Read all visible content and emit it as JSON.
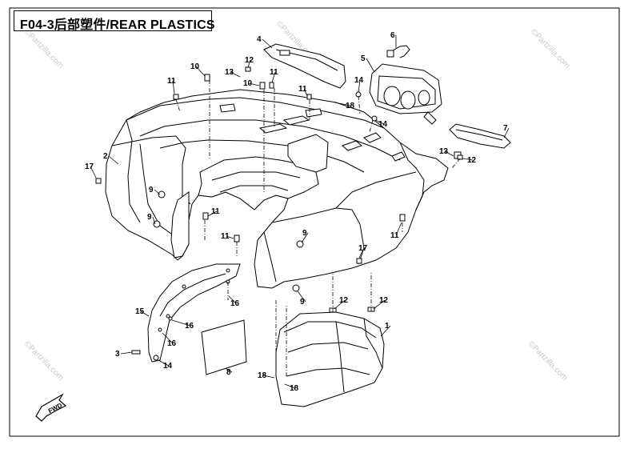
{
  "diagram": {
    "title": "F04-3后部塑件/REAR PLASTICS",
    "direction_label": "FWD",
    "watermark": "©Partzilla.com",
    "colors": {
      "line": "#000000",
      "frame": "#000000",
      "watermark": "#c9c9c9",
      "background": "#ffffff"
    },
    "callouts": [
      {
        "number": "1"
      },
      {
        "number": "2"
      },
      {
        "number": "3"
      },
      {
        "number": "4"
      },
      {
        "number": "5"
      },
      {
        "number": "6"
      },
      {
        "number": "7"
      },
      {
        "number": "8"
      },
      {
        "number": "9"
      },
      {
        "number": "9"
      },
      {
        "number": "9"
      },
      {
        "number": "9"
      },
      {
        "number": "10"
      },
      {
        "number": "10"
      },
      {
        "number": "11"
      },
      {
        "number": "11"
      },
      {
        "number": "11"
      },
      {
        "number": "11"
      },
      {
        "number": "11"
      },
      {
        "number": "11"
      },
      {
        "number": "12"
      },
      {
        "number": "12"
      },
      {
        "number": "12"
      },
      {
        "number": "12"
      },
      {
        "number": "13"
      },
      {
        "number": "13"
      },
      {
        "number": "14"
      },
      {
        "number": "14"
      },
      {
        "number": "14"
      },
      {
        "number": "15"
      },
      {
        "number": "16"
      },
      {
        "number": "16"
      },
      {
        "number": "16"
      },
      {
        "number": "17"
      },
      {
        "number": "17"
      },
      {
        "number": "18"
      },
      {
        "number": "18"
      },
      {
        "number": "18"
      }
    ]
  }
}
